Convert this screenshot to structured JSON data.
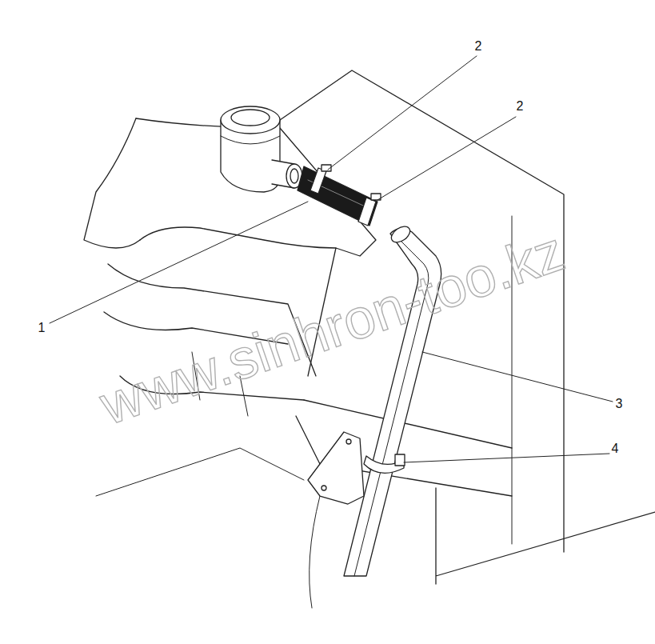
{
  "diagram": {
    "labels": [
      "2",
      "2",
      "1",
      "3",
      "4",
      "www.sinhron-too.kz"
    ]
  }
}
